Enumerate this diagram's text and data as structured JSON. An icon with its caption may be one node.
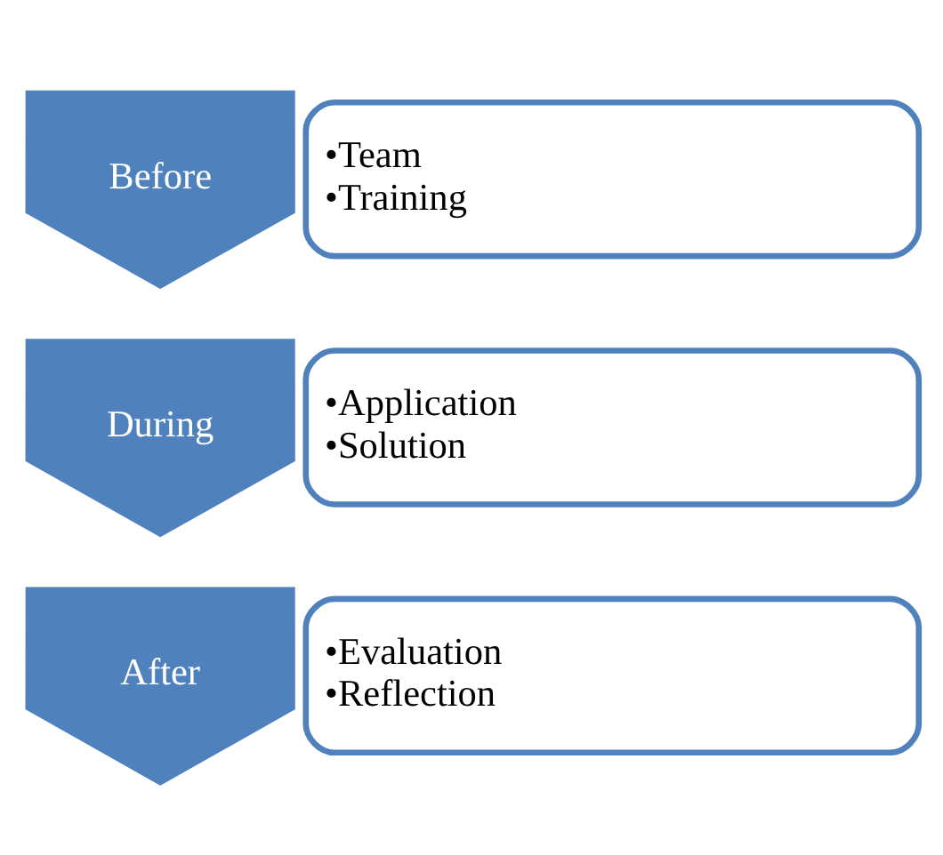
{
  "diagram": {
    "nodes": [
      {
        "text": [
          "Before"
        ]
      },
      {
        "text": [
          "•Team",
          "•Training"
        ]
      },
      {
        "text": [
          "During"
        ]
      },
      {
        "text": [
          "•Application",
          "•Solution"
        ]
      },
      {
        "text": [
          "After"
        ]
      },
      {
        "text": [
          "•Evaluation",
          "•Reflection"
        ]
      }
    ]
  }
}
